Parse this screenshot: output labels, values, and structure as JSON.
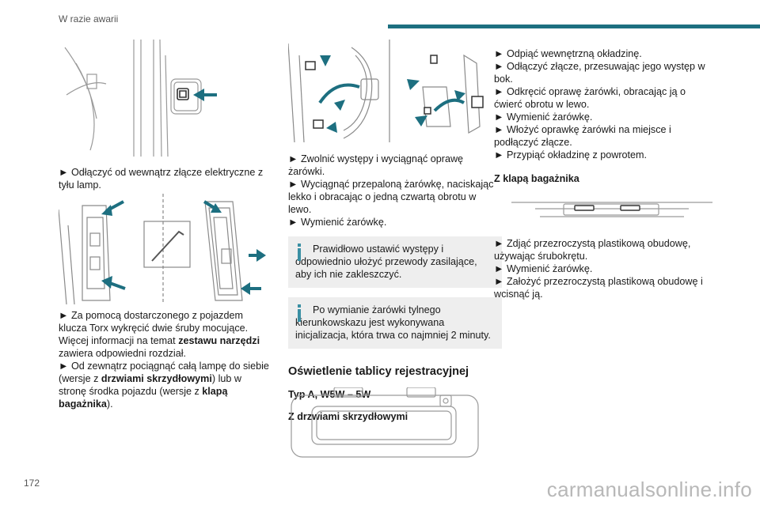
{
  "header": {
    "title": "W razie awarii",
    "accent_color": "#1d6f80"
  },
  "page_number": "172",
  "watermark": "carmanualsonline.info",
  "col1": {
    "step1": "► Odłączyć od wewnątrz złącze elektryczne z tyłu lamp.",
    "step2_a": "► Za pomocą dostarczonego z pojazdem klucza Torx wykręcić dwie śruby mocujące.",
    "step2_b": "Więcej informacji na temat ",
    "step2_b_bold": "zestawu narzędzi",
    "step2_c": " zawiera odpowiedni rozdział.",
    "step3_a": "► Od zewnątrz pociągnąć całą lampę do siebie (wersje z ",
    "step3_bold1": "drzwiami skrzydłowymi",
    "step3_b": ") lub w stronę środka pojazdu (wersje z ",
    "step3_bold2": "klapą bagażnika",
    "step3_c": ")."
  },
  "col2": {
    "steps": [
      "► Zwolnić występy i wyciągnąć oprawę żarówki.",
      "► Wyciągnąć przepaloną żarówkę, naciskając lekko i obracając o jedną czwartą obrotu w lewo.",
      "► Wymienić żarówkę."
    ],
    "info1": "Prawidłowo ustawić występy i odpowiednio ułożyć przewody zasilające, aby ich nie zakleszczyć.",
    "info2": "Po wymianie żarówki tylnego kierunkowskazu jest wykonywana inicjalizacja, która trwa co najmniej 2 minuty.",
    "section_title": "Oświetlenie tablicy rejestracyjnej",
    "type_heading": "Typ A, W5W – 5W",
    "doors_heading": "Z drzwiami skrzydłowymi"
  },
  "col3": {
    "steps": [
      "► Odpiąć wewnętrzną okładzinę.",
      "► Odłączyć złącze, przesuwając jego występ w bok.",
      "► Odkręcić oprawę żarówki, obracając ją o ćwierć obrotu w lewo.",
      "► Wymienić żarówkę.",
      "► Włożyć oprawkę żarówki na miejsce i podłączyć złącze.",
      "► Przypiąć okładzinę z powrotem."
    ],
    "tailgate_heading": "Z klapą bagażnika",
    "steps2": [
      "► Zdjąć przezroczystą plastikową obudowę, używając śrubokrętu.",
      "► Wymienić żarówkę.",
      "► Założyć przezroczystą plastikową obudowę i wcisnąć ją."
    ]
  }
}
